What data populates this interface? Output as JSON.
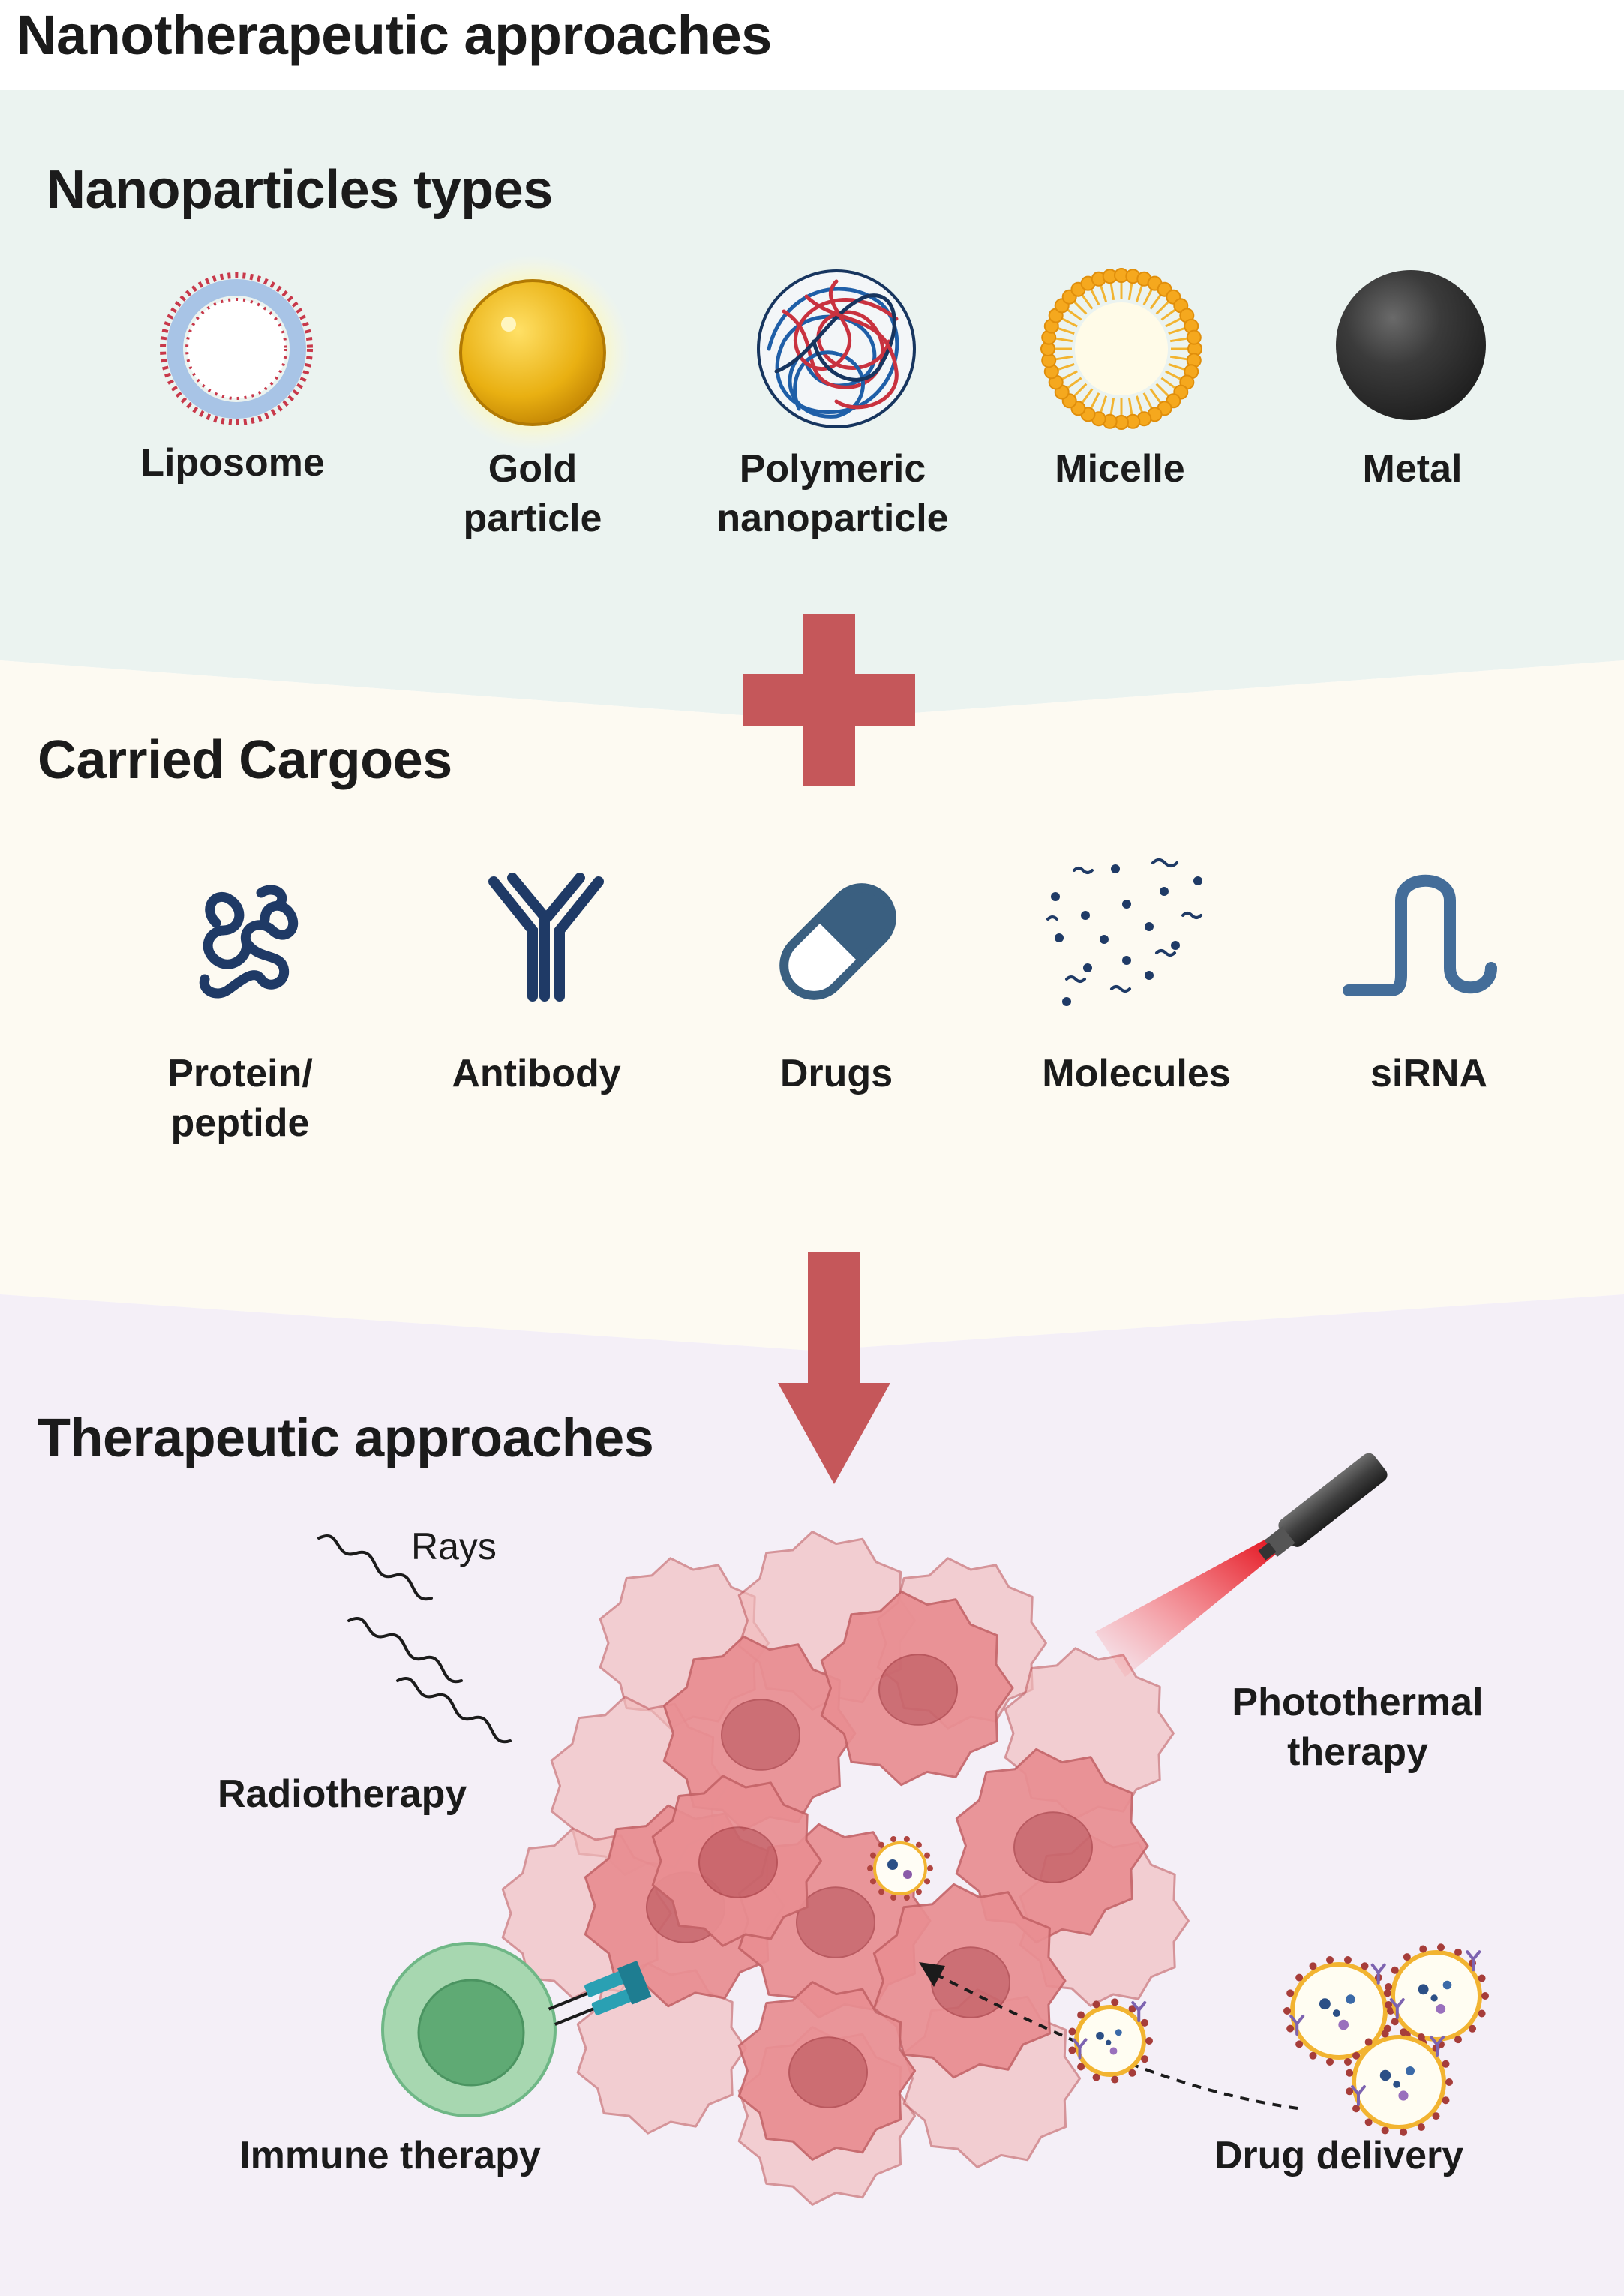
{
  "title": "Nanotherapeutic approaches",
  "colors": {
    "section1_bg": "#ebf3f0",
    "section2_bg": "#fdfaf2",
    "section3_bg": "#f4eff7",
    "accent_red": "#c5575a",
    "navy": "#1f3a66",
    "steel_blue": "#446d99"
  },
  "nanoparticles": {
    "heading": "Nanoparticles types",
    "items": [
      {
        "label": "Liposome",
        "icon": "liposome-icon"
      },
      {
        "label": "Gold\nparticle",
        "icon": "gold-particle-icon"
      },
      {
        "label": "Polymeric\nnanoparticle",
        "icon": "polymeric-nanoparticle-icon"
      },
      {
        "label": "Micelle",
        "icon": "micelle-icon"
      },
      {
        "label": "Metal",
        "icon": "metal-particle-icon"
      }
    ]
  },
  "cargoes": {
    "heading": "Carried Cargoes",
    "items": [
      {
        "label": "Protein/\npeptide",
        "icon": "protein-icon"
      },
      {
        "label": "Antibody",
        "icon": "antibody-icon"
      },
      {
        "label": "Drugs",
        "icon": "capsule-icon"
      },
      {
        "label": "Molecules",
        "icon": "molecules-icon"
      },
      {
        "label": "siRNA",
        "icon": "sirna-icon"
      }
    ]
  },
  "therapeutic": {
    "heading": "Therapeutic approaches",
    "rays_label": "Rays",
    "radiotherapy": "Radiotherapy",
    "photothermal": "Photothermal\ntherapy",
    "immune": "Immune therapy",
    "drug_delivery": "Drug delivery"
  }
}
